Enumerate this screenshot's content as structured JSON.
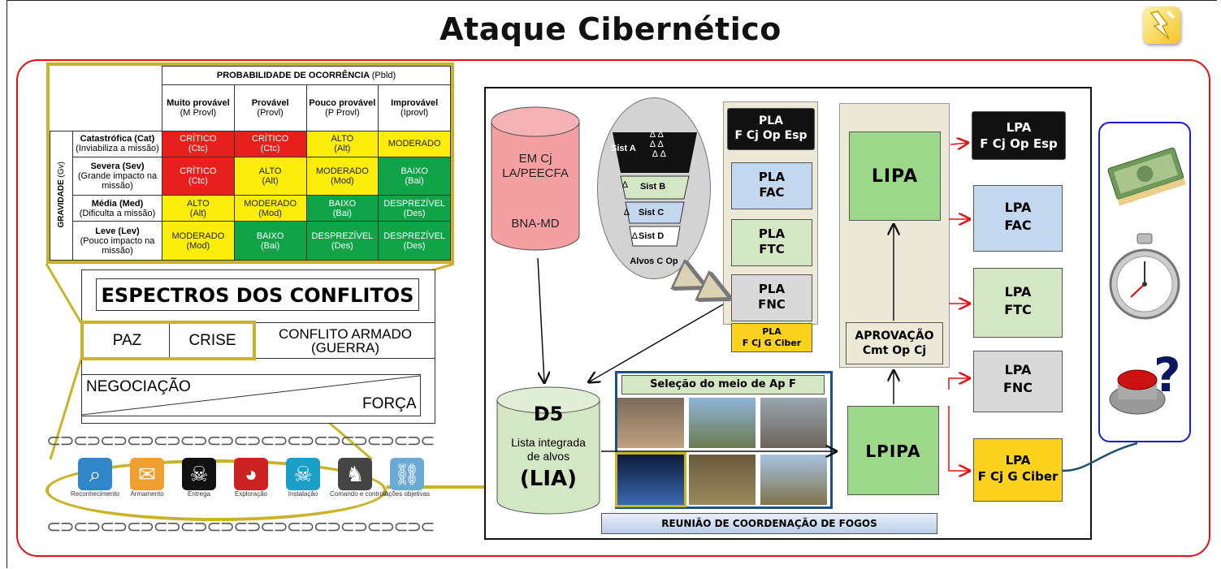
{
  "title": "Ataque Cibernético",
  "risk_matrix": {
    "prob_header": "PROBABILIDADE DE OCORRÊNCIA",
    "prob_header_abbr": "(Pbld)",
    "prob_cols": [
      {
        "name": "Muito provável",
        "abbr": "(M Provl)"
      },
      {
        "name": "Provável",
        "abbr": "(Provl)"
      },
      {
        "name": "Pouco provável",
        "abbr": "(P Provl)"
      },
      {
        "name": "Improvável",
        "abbr": "(Iprovl)"
      }
    ],
    "gravity_label": "GRAVIDADE",
    "gravity_abbr": "(Gv)",
    "rows": [
      {
        "name": "Catastrófica (Cat)",
        "desc": "(Inviabiliza a missão)",
        "cells": [
          [
            "CRÍTICO",
            "(Ctc)",
            "red"
          ],
          [
            "CRÍTICO",
            "(Ctc)",
            "red"
          ],
          [
            "ALTO",
            "(Alt)",
            "yellow"
          ],
          [
            "MODERADO",
            "",
            "yellow"
          ]
        ]
      },
      {
        "name": "Severa (Sev)",
        "desc": "(Grande impacto na missão)",
        "cells": [
          [
            "CRÍTICO",
            "(Ctc)",
            "red"
          ],
          [
            "ALTO",
            "(Alt)",
            "yellow"
          ],
          [
            "MODERADO",
            "(Mod)",
            "yellow"
          ],
          [
            "BAIXO",
            "(Bai)",
            "green"
          ]
        ]
      },
      {
        "name": "Média (Med)",
        "desc": "(Dificulta a missão)",
        "cells": [
          [
            "ALTO",
            "(Alt)",
            "yellow"
          ],
          [
            "MODERADO",
            "(Mod)",
            "yellow"
          ],
          [
            "BAIXO",
            "(Bai)",
            "green"
          ],
          [
            "DESPREZÍVEL",
            "(Des)",
            "green"
          ]
        ]
      },
      {
        "name": "Leve (Lev)",
        "desc": "(Pouco impacto na missão)",
        "cells": [
          [
            "MODERADO",
            "(Mod)",
            "yellow"
          ],
          [
            "BAIXO",
            "(Bai)",
            "green"
          ],
          [
            "DESPREZÍVEL",
            "(Des)",
            "green"
          ],
          [
            "DESPREZÍVEL",
            "(Des)",
            "green"
          ]
        ]
      }
    ]
  },
  "espectros": {
    "title": "ESPECTROS DOS CONFLITOS",
    "paz": "PAZ",
    "crise": "CRISE",
    "conflito": "CONFLITO ARMADO",
    "guerra": "(GUERRA)",
    "negociacao": "NEGOCIAÇÃO",
    "forca": "FORÇA"
  },
  "kill_chain": [
    "Reconhecimento",
    "Armamento",
    "Entrega",
    "Exploração",
    "Instalação",
    "Comando e controle",
    "Ações objetivas"
  ],
  "db_emcj": {
    "line1": "EM Cj",
    "line2": "LA/PEECFA",
    "line3": "BNA-MD"
  },
  "targets": {
    "sist_a": "Sist A",
    "sist_b": "Sist B",
    "sist_c": "Sist C",
    "sist_d": "Sist D",
    "label": "Alvos C Op"
  },
  "pla": {
    "esp": [
      "PLA",
      "F Cj Op Esp"
    ],
    "fac": [
      "PLA",
      "FAC"
    ],
    "ftc": [
      "PLA",
      "FTC"
    ],
    "fnc": [
      "PLA",
      "FNC"
    ],
    "ciber": [
      "PLA",
      "F Cj G Ciber"
    ]
  },
  "lipa": "LIPA",
  "aprovacao": [
    "APROVAÇÃO",
    "Cmt Op Cj"
  ],
  "lpipa": "LPIPA",
  "d5": {
    "title": "D5",
    "line1": "Lista integrada",
    "line2": "de alvos",
    "lia": "(LIA)"
  },
  "selecao": "Seleção do meio de Ap F",
  "reuniao": "REUNIÃO DE COORDENAÇÃO DE FOGOS",
  "lpa": {
    "esp": [
      "LPA",
      "F Cj Op Esp"
    ],
    "fac": [
      "LPA",
      "FAC"
    ],
    "ftc": [
      "LPA",
      "FTC"
    ],
    "fnc": [
      "LPA",
      "FNC"
    ],
    "ciber": [
      "LPA",
      "F Cj G Ciber"
    ]
  },
  "colors": {
    "red": "#e8201d",
    "yellow": "#fcee0a",
    "green": "#10a348",
    "olive": "#c9b428",
    "blue_pla": "#c3d7ee",
    "green_pla": "#d3e7c4",
    "gray_pla": "#d9d9d9",
    "gold": "#fcd21f",
    "panel_bg": "#ece9d8"
  },
  "icons": [
    "lightning-icon",
    "money-icon",
    "stopwatch-icon",
    "button-question-icon"
  ]
}
